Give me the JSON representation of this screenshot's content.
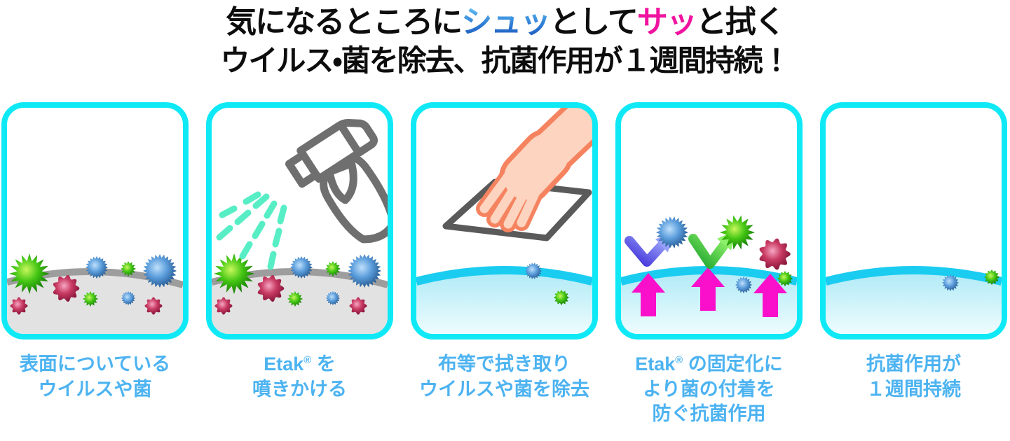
{
  "header": {
    "line1_parts": [
      {
        "text": "気になるところに",
        "style": "black"
      },
      {
        "text": "シュッ",
        "style": "blue"
      },
      {
        "text": "として",
        "style": "black"
      },
      {
        "text": "サッ",
        "style": "magenta"
      },
      {
        "text": "と拭く",
        "style": "black"
      }
    ],
    "line2": "ウイルス・菌を除去、抗菌作用が１週間持続！"
  },
  "steps": [
    {
      "illustration": "viruses-on-gray-surface",
      "caption_line1": "表面についている",
      "caption_line2": "ウイルスや菌"
    },
    {
      "illustration": "spraying-etak-on-surface",
      "caption_line1_pre": "Etak",
      "caption_line1_sup": "®",
      "caption_line1_post": " を",
      "caption_line2": "噴きかける"
    },
    {
      "illustration": "hand-wiping-with-cloth",
      "caption_line1": "布等で拭き取り",
      "caption_line2": "ウイルスや菌を除去"
    },
    {
      "illustration": "fixed-coating-repels-germs",
      "caption_line1_pre": "Etak",
      "caption_line1_sup": "®",
      "caption_line1_post": " の固定化に",
      "caption_line2": "より菌の付着を",
      "caption_line3": "防ぐ抗菌作用"
    },
    {
      "illustration": "antibacterial-lasts-one-week",
      "caption_line1": "抗菌作用が",
      "caption_line2": "１週間持続"
    }
  ],
  "colors": {
    "panel_border_cyan": "#0fe9f6",
    "caption_blue": "#4db3f1",
    "title_black": "#0d0d0d",
    "title_blue_gradient": [
      "#6cc9f3",
      "#1d55b8"
    ],
    "title_magenta": "#f0139f",
    "virus_green": "#2fae0d",
    "virus_blue": "#2b6cb0",
    "virus_crimson": "#a8184a",
    "surface_gray_band": "#9d9d9d",
    "surface_gray_fill": "#e2e2e2",
    "surface_cyan_band": "#1bccf1",
    "surface_cyan_fill": "#b2ebf6",
    "spray_mist_mint": "#58eec5",
    "sprayer_gray": "#6f6f6f",
    "hand_outline": "#f5835f",
    "hand_fill": "#fcd4c0",
    "cloth_border": "#5a5a5a",
    "up_arrow_magenta": "#fa10cb",
    "bounce_arrow_blue": [
      "#3b2ad6",
      "#9aa3fb"
    ],
    "bounce_arrow_green": [
      "#17a12b",
      "#90f169"
    ]
  }
}
